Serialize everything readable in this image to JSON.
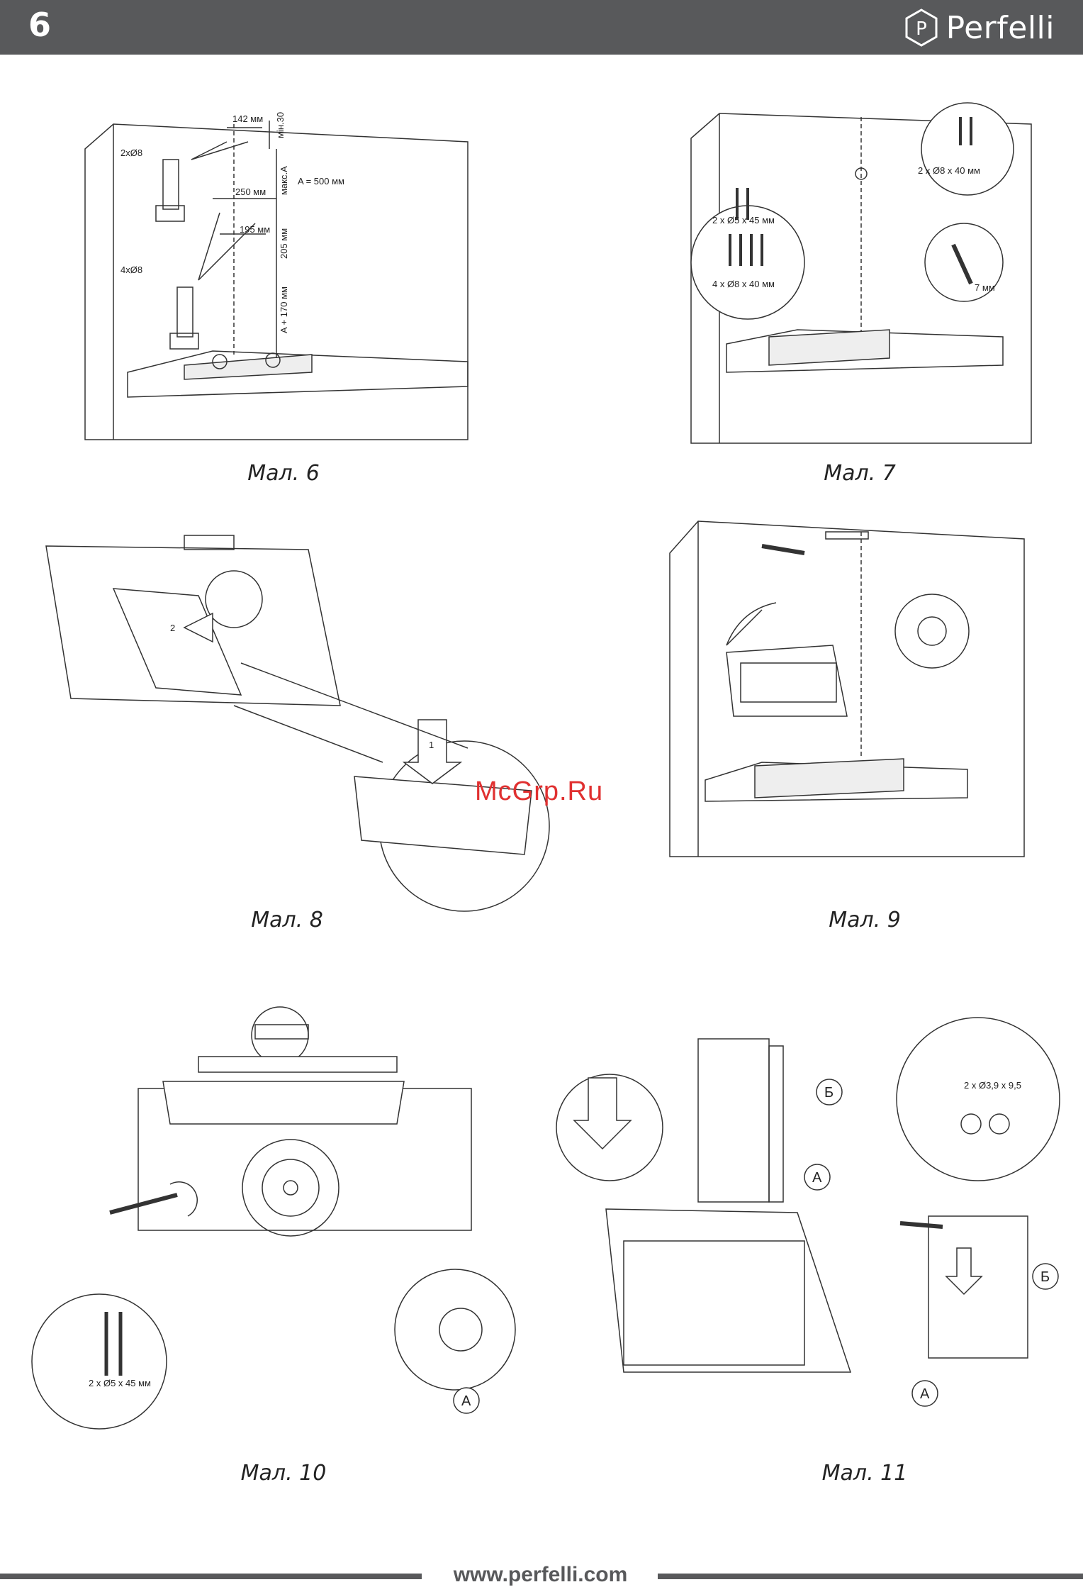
{
  "header": {
    "page_number": "6",
    "brand": "Perfelli",
    "logo_letter": "P"
  },
  "figures": {
    "fig6": {
      "caption": "Мал. 6",
      "dims": {
        "d142": "142 мм",
        "min30": "мін.30",
        "holes_top": "2xØ8",
        "d250": "250 мм",
        "maxA": "макс.А",
        "A500": "A = 500 мм",
        "d195": "195 мм",
        "holes_bottom": "4xØ8",
        "d205": "205 мм",
        "A170": "A + 170 мм"
      }
    },
    "fig7": {
      "caption": "Мал. 7",
      "dims": {
        "screws_top": "2 x Ø8 x 40 мм",
        "screws_left_a": "2 x Ø5 x 45 мм",
        "screws_left_b": "4 x Ø8 x 40 мм",
        "gap": "7 мм"
      }
    },
    "fig8": {
      "caption": "Мал. 8",
      "labels": {
        "step2": "2",
        "step1": "1"
      }
    },
    "fig9": {
      "caption": "Мал. 9"
    },
    "fig10": {
      "caption": "Мал. 10",
      "dims": {
        "screws": "2 x Ø5 x 45 мм"
      },
      "labels": {
        "a": "A"
      }
    },
    "fig11": {
      "caption": "Мал. 11",
      "dims": {
        "screws": "2 x Ø3,9 x 9,5"
      },
      "labels": {
        "b1": "Б",
        "a1": "A",
        "b2": "Б",
        "a2": "A"
      }
    }
  },
  "watermark": "McGrp.Ru",
  "footer": {
    "url": "www.perfelli.com"
  }
}
